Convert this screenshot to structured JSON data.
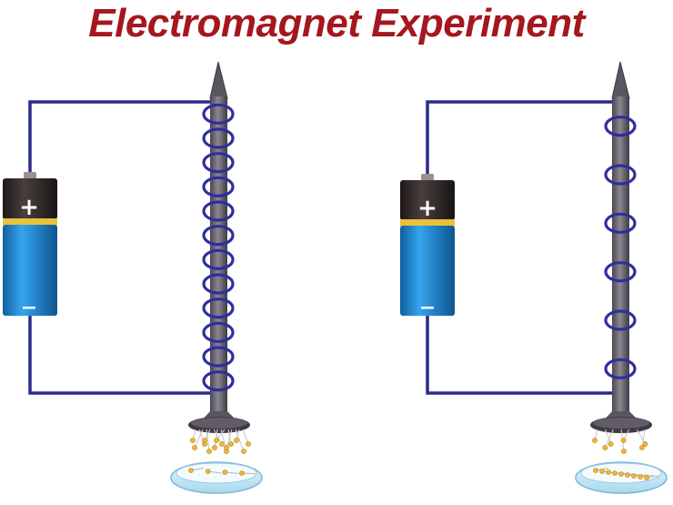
{
  "title": "Electromagnet Experiment",
  "battery": {
    "positive_symbol": "+",
    "negative_symbol": "−"
  },
  "colors": {
    "title": "#a5171f",
    "wire": "#2b2b8c",
    "coil": "#2e2ea0",
    "nail": "#6e6a74",
    "battery_body": "#1f86d1",
    "battery_cap": "#3a3030",
    "battery_band": "#e8c23a",
    "pin_head": "#f2b632"
  },
  "setups": [
    {
      "id": "many-turns",
      "coil_turns": 12,
      "pins_lifted": 14,
      "pins_in_dish": 4
    },
    {
      "id": "few-turns",
      "coil_turns": 6,
      "pins_lifted": 7,
      "pins_in_dish": 9
    }
  ]
}
